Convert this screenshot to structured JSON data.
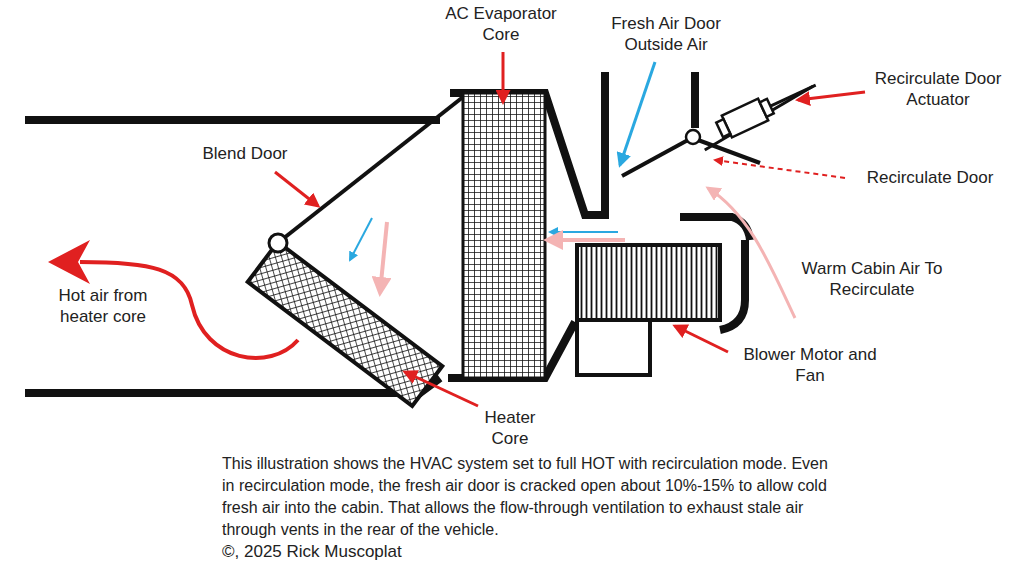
{
  "diagram": {
    "caption": "This illustration shows the HVAC system set to full HOT with recirculation mode. Even in recirculation mode, the fresh air door is cracked open about 10%-15% to allow cold fresh air into the cabin. That allows the flow-through ventilation to exhaust stale air through vents in the rear of the vehicle.",
    "labels": [
      "AC Evaporator Core",
      "Fresh Air Door Outside Air",
      "Recirculate Door Actuator",
      "Recirculate Door",
      "Blend Door",
      "Warm Cabin Air To Recirculate",
      "Hot air from heater core",
      "Blower Motor and Fan",
      "Heater Core",
      "©, 2025 Rick Muscoplat"
    ]
  }
}
